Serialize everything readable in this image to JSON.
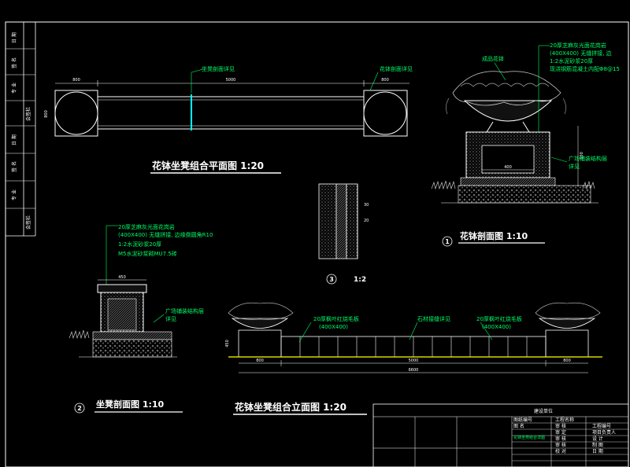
{
  "titles": {
    "plan": "花钵坐凳组合平面图 1:20",
    "planter_section": "花钵剖面图 1:10",
    "bench_section": "坐凳剖面图 1:10",
    "elevation": "花钵坐凳组合立面图 1:20"
  },
  "margin_strip": [
    "日 期",
    "签 名",
    "专 业",
    "会签栏",
    "日 期",
    "签 名",
    "专 业",
    "会签栏"
  ],
  "plan": {
    "dims": [
      "800",
      "5000",
      "800",
      "800"
    ],
    "notes": [
      "坐凳剖面详见",
      "花钵剖面详见"
    ]
  },
  "detail3": {
    "number": "3",
    "scale": "1:2",
    "dims": [
      "30",
      "20"
    ]
  },
  "planter": {
    "number": "1",
    "dims": [
      "400",
      "600"
    ],
    "notes": [
      "成品花钵",
      "20厚芝麻灰光面花岗岩",
      "(400X400) 无缝拼接, 边",
      "1:2水泥砂浆20厚",
      "现浇钢筋混凝土内配Φ8@15",
      "广场铺装结构层",
      "详见"
    ]
  },
  "bench": {
    "number": "2",
    "dims": [
      "450"
    ],
    "notes": [
      "20厚芝麻灰光面花岗岩",
      "(400X400) 无缝拼接, 边缘倒圆角R10",
      "1:2水泥砂浆20厚",
      "M5水泥砂浆砌MU7.5砖",
      "广场铺装结构层",
      "详见"
    ]
  },
  "elevation": {
    "dims": [
      "800",
      "5000",
      "800",
      "6600",
      "450"
    ],
    "notes": [
      "20厚枫叶红烧毛板",
      "(400X400)",
      "石材接缝详见",
      "20厚枫叶红烧毛板",
      "(400X400)"
    ]
  },
  "title_block": {
    "builder": "建设单位",
    "drawing_no": "图纸编号",
    "project_name": "工程名称",
    "figure_name": "图 名",
    "checked_by": "审 核",
    "project_number": "工程编号",
    "reviewed": "审 定",
    "project_leader": "项目负责人",
    "drawing_title": "花钵坐凳组合详图",
    "approved": "审 核",
    "design": "设 计",
    "drafted": "审 核",
    "drafting": "制 图",
    "proofed": "校 对",
    "date": "日 期",
    "cell_a": "",
    "cell_b": "",
    "cell_c": ""
  }
}
